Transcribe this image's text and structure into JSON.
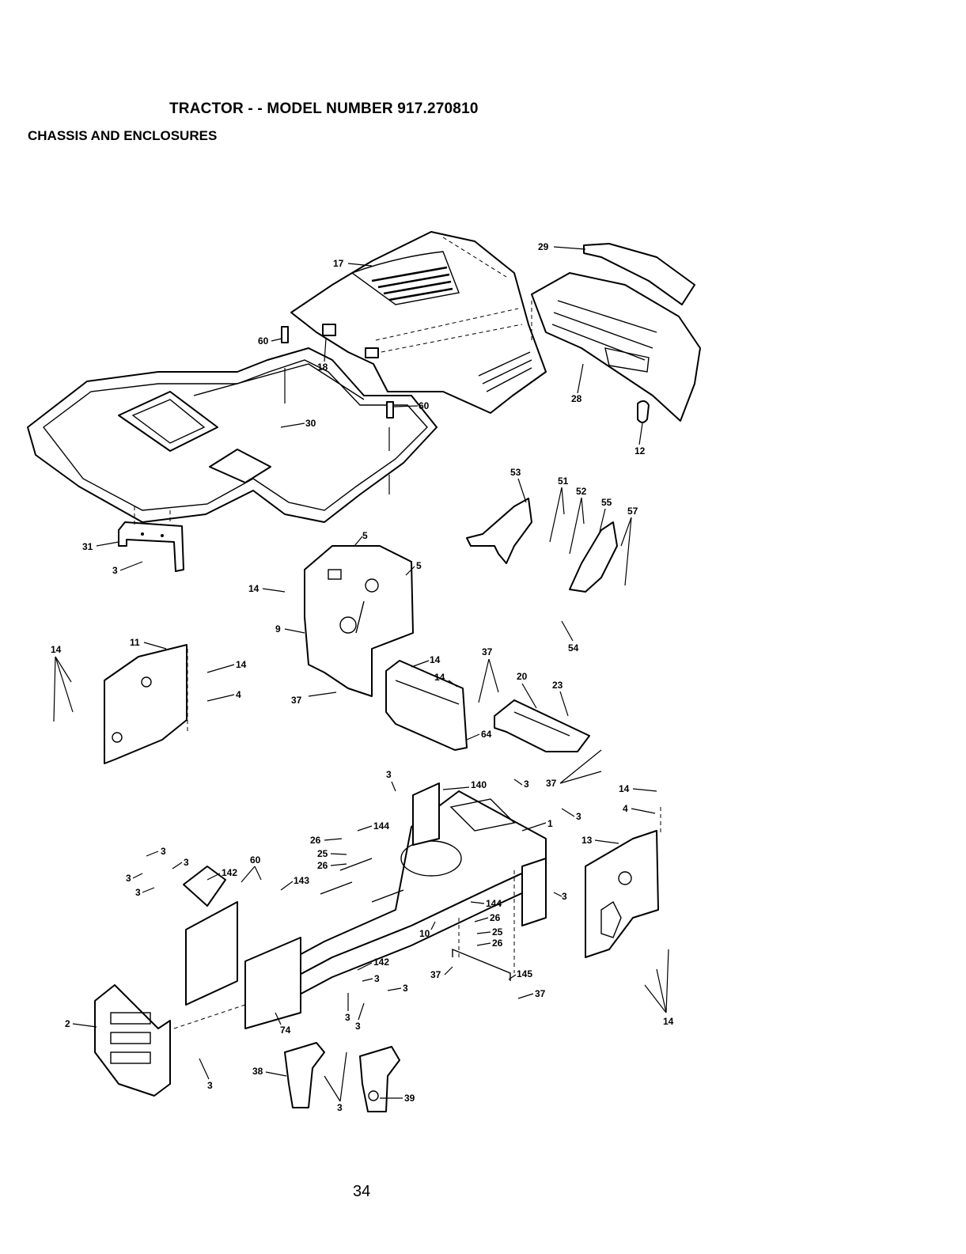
{
  "header": {
    "title": "TRACTOR - - MODEL NUMBER 917.270810",
    "subtitle": "CHASSIS AND ENCLOSURES"
  },
  "footer": {
    "page_number": "34"
  },
  "callouts": [
    "17",
    "29",
    "60",
    "18",
    "28",
    "60",
    "30",
    "12",
    "53",
    "51",
    "52",
    "55",
    "57",
    "31",
    "5",
    "3",
    "5",
    "14",
    "9",
    "54",
    "11",
    "14",
    "14",
    "37",
    "14",
    "4",
    "14",
    "20",
    "23",
    "37",
    "64",
    "37",
    "3",
    "140",
    "3",
    "14",
    "1",
    "3",
    "4",
    "26",
    "144",
    "13",
    "3",
    "25",
    "3",
    "60",
    "26",
    "142",
    "3",
    "3",
    "143",
    "3",
    "144",
    "26",
    "10",
    "25",
    "26",
    "142",
    "3",
    "37",
    "145",
    "3",
    "37",
    "14",
    "2",
    "74",
    "3",
    "3",
    "3",
    "38",
    "3",
    "39"
  ]
}
